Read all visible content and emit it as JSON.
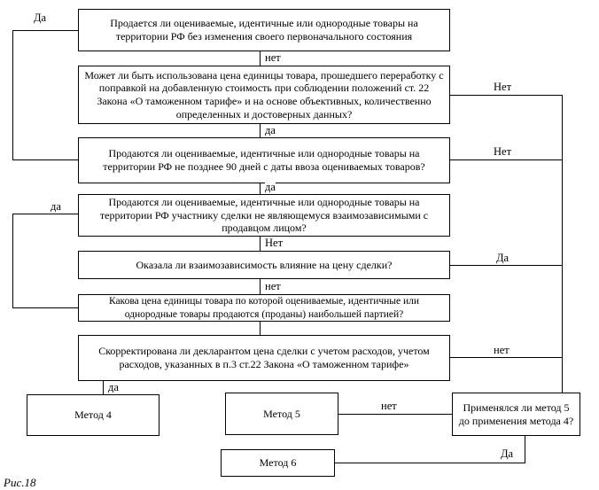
{
  "figure": {
    "caption": "Рис.18",
    "colors": {
      "line": "#000000",
      "background": "#ffffff",
      "box_background": "#ffffff",
      "text": "#000000"
    }
  },
  "flowchart": {
    "questions": {
      "q1": {
        "text": "Продается ли оцениваемые, идентичные или однородные товары на территории РФ без изменения своего первоначального состояния"
      },
      "q2": {
        "text": "Может ли быть использована цена единицы товара, прошедшего переработку с поправкой на добавленную стоимость при соблюдении положений ст. 22 Закона «О таможенном тарифе» и на основе объективных, количественно определенных и достоверных данных?"
      },
      "q3": {
        "text": "Продаются ли оцениваемые, идентичные или однородные товары на территории РФ не позднее 90 дней с даты ввоза оцениваемых товаров?"
      },
      "q4": {
        "text": "Продаются ли оцениваемые, идентичные или однородные товары на территории РФ участнику сделки не являющемуся взаимозависимыми с продавцом лицом?"
      },
      "q5": {
        "text": "Оказала ли взаимозависимость влияние на цену сделки?"
      },
      "q6": {
        "text": "Какова цена единицы товара по которой оцениваемые, идентичные или однородные товары продаются (проданы) наибольшей партией?"
      },
      "q7": {
        "text": "Скорректирована ли декларантом цена сделки с учетом расходов, учетом расходов, указанных в п.3 ст.22 Закона «О таможенном тарифе»"
      },
      "q8": {
        "text": "Применялся ли метод 5 до применения метода 4?"
      }
    },
    "results": {
      "method4": {
        "text": "Метод 4"
      },
      "method5": {
        "text": "Метод 5"
      },
      "method6": {
        "text": "Метод 6"
      }
    },
    "edge_labels": {
      "q1_left_yes": "Да",
      "q1_down_no": "нет",
      "q2_right_no": "Нет",
      "q2_down_yes": "да",
      "q3_right_no": "Нет",
      "q3_down_yes": "да",
      "q4_left_yes": "да",
      "q4_down_no": "Нет",
      "q5_right_yes": "Да",
      "q5_down_no": "нет",
      "q7_right_no": "нет",
      "q7_down_yes": "да",
      "method5_right_no": "нет",
      "q8_down_yes": "Да"
    }
  }
}
